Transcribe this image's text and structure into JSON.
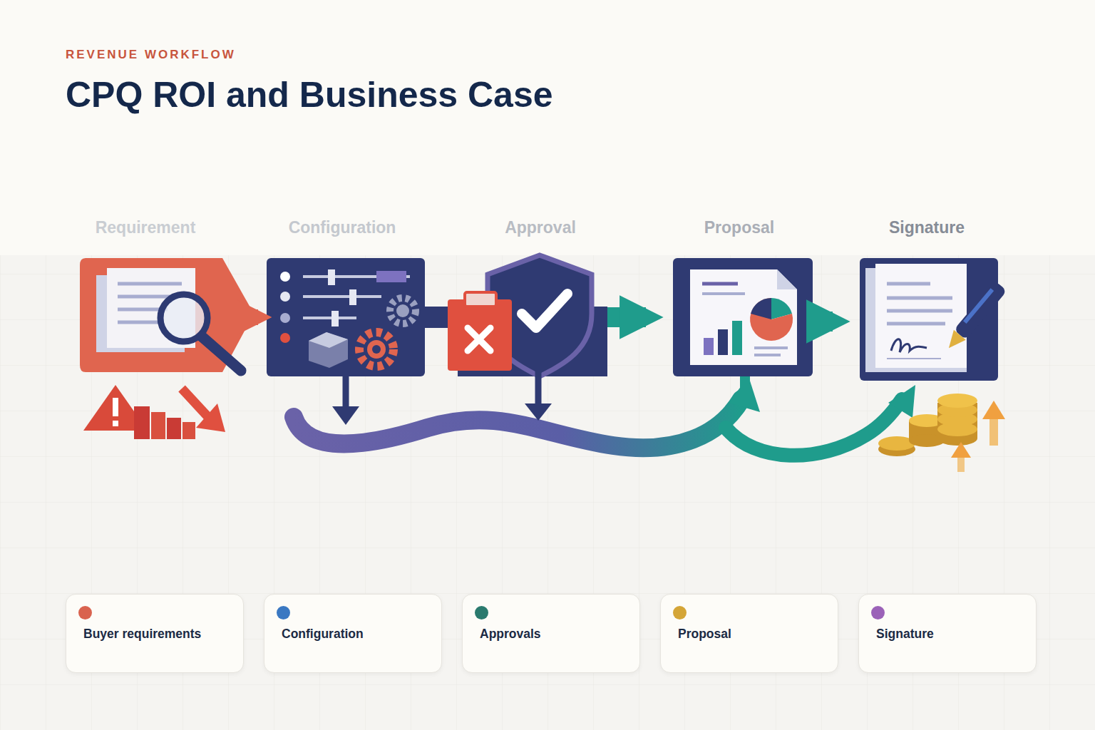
{
  "diagram": {
    "title": "CPQ ROI and Business Case",
    "nodes": [
      {
        "text": [
          "Requirement"
        ]
      },
      {
        "text": [
          "Configuration"
        ]
      },
      {
        "text": [
          "Approval"
        ]
      },
      {
        "text": [
          "Proposal"
        ]
      },
      {
        "text": [
          "Signature"
        ]
      }
    ],
    "edges": [
      {
        "from": 0,
        "to": 1,
        "arrow": "to"
      },
      {
        "from": 1,
        "to": 2,
        "arrow": "none"
      },
      {
        "from": 2,
        "to": 3,
        "arrow": "to"
      },
      {
        "from": 3,
        "to": 4,
        "arrow": "to"
      }
    ],
    "labels": [
      "REVENUE WORKFLOW"
    ],
    "legend": [
      {
        "text": "Buyer requirements",
        "color": "#d9634f"
      },
      {
        "text": "Configuration",
        "color": "#3a78c2"
      },
      {
        "text": "Approvals",
        "color": "#2a7a6e"
      },
      {
        "text": "Proposal",
        "color": "#d4a537"
      },
      {
        "text": "Signature",
        "color": "#9b62b8"
      }
    ]
  }
}
